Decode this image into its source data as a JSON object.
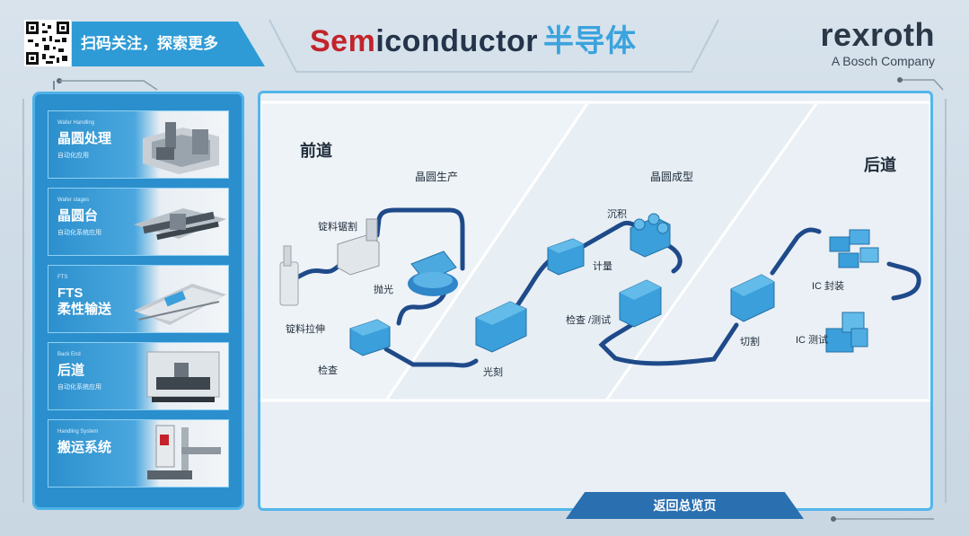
{
  "header": {
    "qr_banner": "扫码关注，探索更多",
    "title_red": "Sem",
    "title_dark": "iconductor",
    "title_cn": "半导体",
    "brand_name": "rexroth",
    "brand_sub": "A Bosch Company"
  },
  "menu": [
    {
      "en": "Wafer Handling",
      "cn": "晶圆处理",
      "sub": "自动化应用"
    },
    {
      "en": "Wafer stages",
      "cn": "晶圆台",
      "sub": "自动化系统应用"
    },
    {
      "en": "FTS",
      "cn": "FTS\n柔性输送",
      "sub": ""
    },
    {
      "en": "Back End",
      "cn": "后道",
      "sub": "自动化系统应用"
    },
    {
      "en": "Handling System",
      "cn": "搬运系统",
      "sub": ""
    }
  ],
  "main": {
    "front_section": "前道",
    "back_section": "后道",
    "wafer_production": "晶圆生产",
    "wafer_forming": "晶圆成型",
    "steps": {
      "ingot_pull": "锭料拉伸",
      "ingot_saw": "锭料锯割",
      "polish": "抛光",
      "inspect": "检查",
      "litho": "光刻",
      "deposit": "沉积",
      "metrology": "计量",
      "inspect_test": "检查 /测试",
      "dicing": "切割",
      "ic_package": "IC 封装",
      "ic_test": "IC 测试"
    }
  },
  "footer": {
    "back_label": "返回总览页"
  },
  "colors": {
    "accent": "#2e9bd6",
    "frame": "#53b6ea",
    "conveyor": "#1f4a8a",
    "machine": "#3a9fda",
    "brand_red": "#c3232b"
  }
}
